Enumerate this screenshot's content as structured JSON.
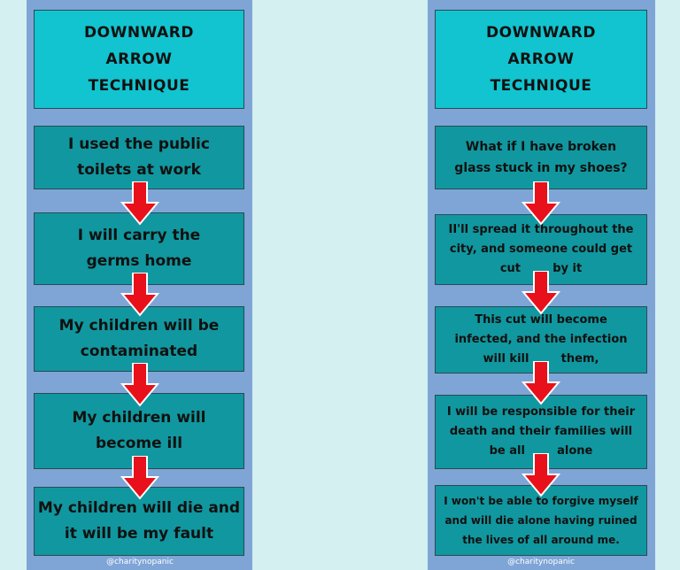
{
  "left": {
    "title": [
      "DOWNWARD",
      "ARROW",
      "TECHNIQUE"
    ],
    "steps": [
      [
        "I used the public",
        "toilets at work"
      ],
      [
        "I will carry the",
        "germs home"
      ],
      [
        "My children will be",
        "contaminated"
      ],
      [
        "My children will",
        "become ill"
      ],
      [
        "My children will die and",
        "it will be my fault"
      ]
    ],
    "credit": "@charitynopanic"
  },
  "right": {
    "title": [
      "DOWNWARD",
      "ARROW",
      "TECHNIQUE"
    ],
    "steps": [
      [
        "What if I have broken",
        "glass stuck in my shoes?"
      ],
      [
        "II'll spread it throughout the",
        "city, and someone could get",
        "cut        by it"
      ],
      [
        "This cut will become",
        "infected, and the infection",
        "will kill        them,"
      ],
      [
        "I will be responsible for their",
        "death and their families will",
        "be all        alone"
      ],
      [
        "I won't be able to forgive myself",
        "and will die alone having ruined",
        "the lives of all around me."
      ]
    ],
    "credit": "@charitynopanic"
  },
  "colors": {
    "page_bg": "#d4f0f0",
    "column_bg": "#7fa5d6",
    "title_box": "#11c4cf",
    "step_box": "#11979f",
    "arrow": "#e8101a"
  }
}
